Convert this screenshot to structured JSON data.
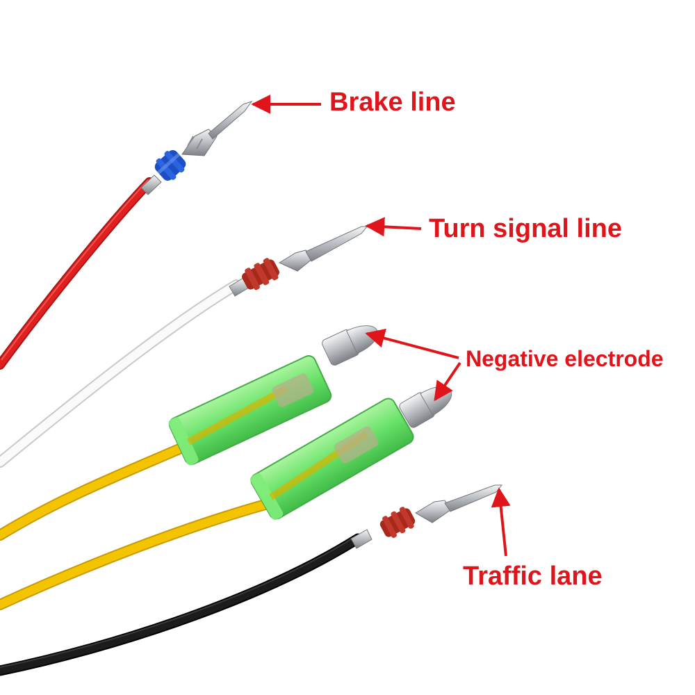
{
  "labels": {
    "brake": "Brake line",
    "turn_signal": "Turn signal line",
    "negative": "Negative electrode",
    "traffic": "Traffic lane"
  },
  "colors": {
    "label_text": "#e0141b",
    "arrow": "#e0141b",
    "wire_red": "#e02020",
    "wire_white": "#fafafa",
    "wire_yellow": "#f5c400",
    "wire_black": "#141414",
    "seal_blue": "#1d4fc4",
    "seal_brown": "#a8281c",
    "sleeve_green": "#5fe060",
    "metal": "#c9ccd0"
  }
}
